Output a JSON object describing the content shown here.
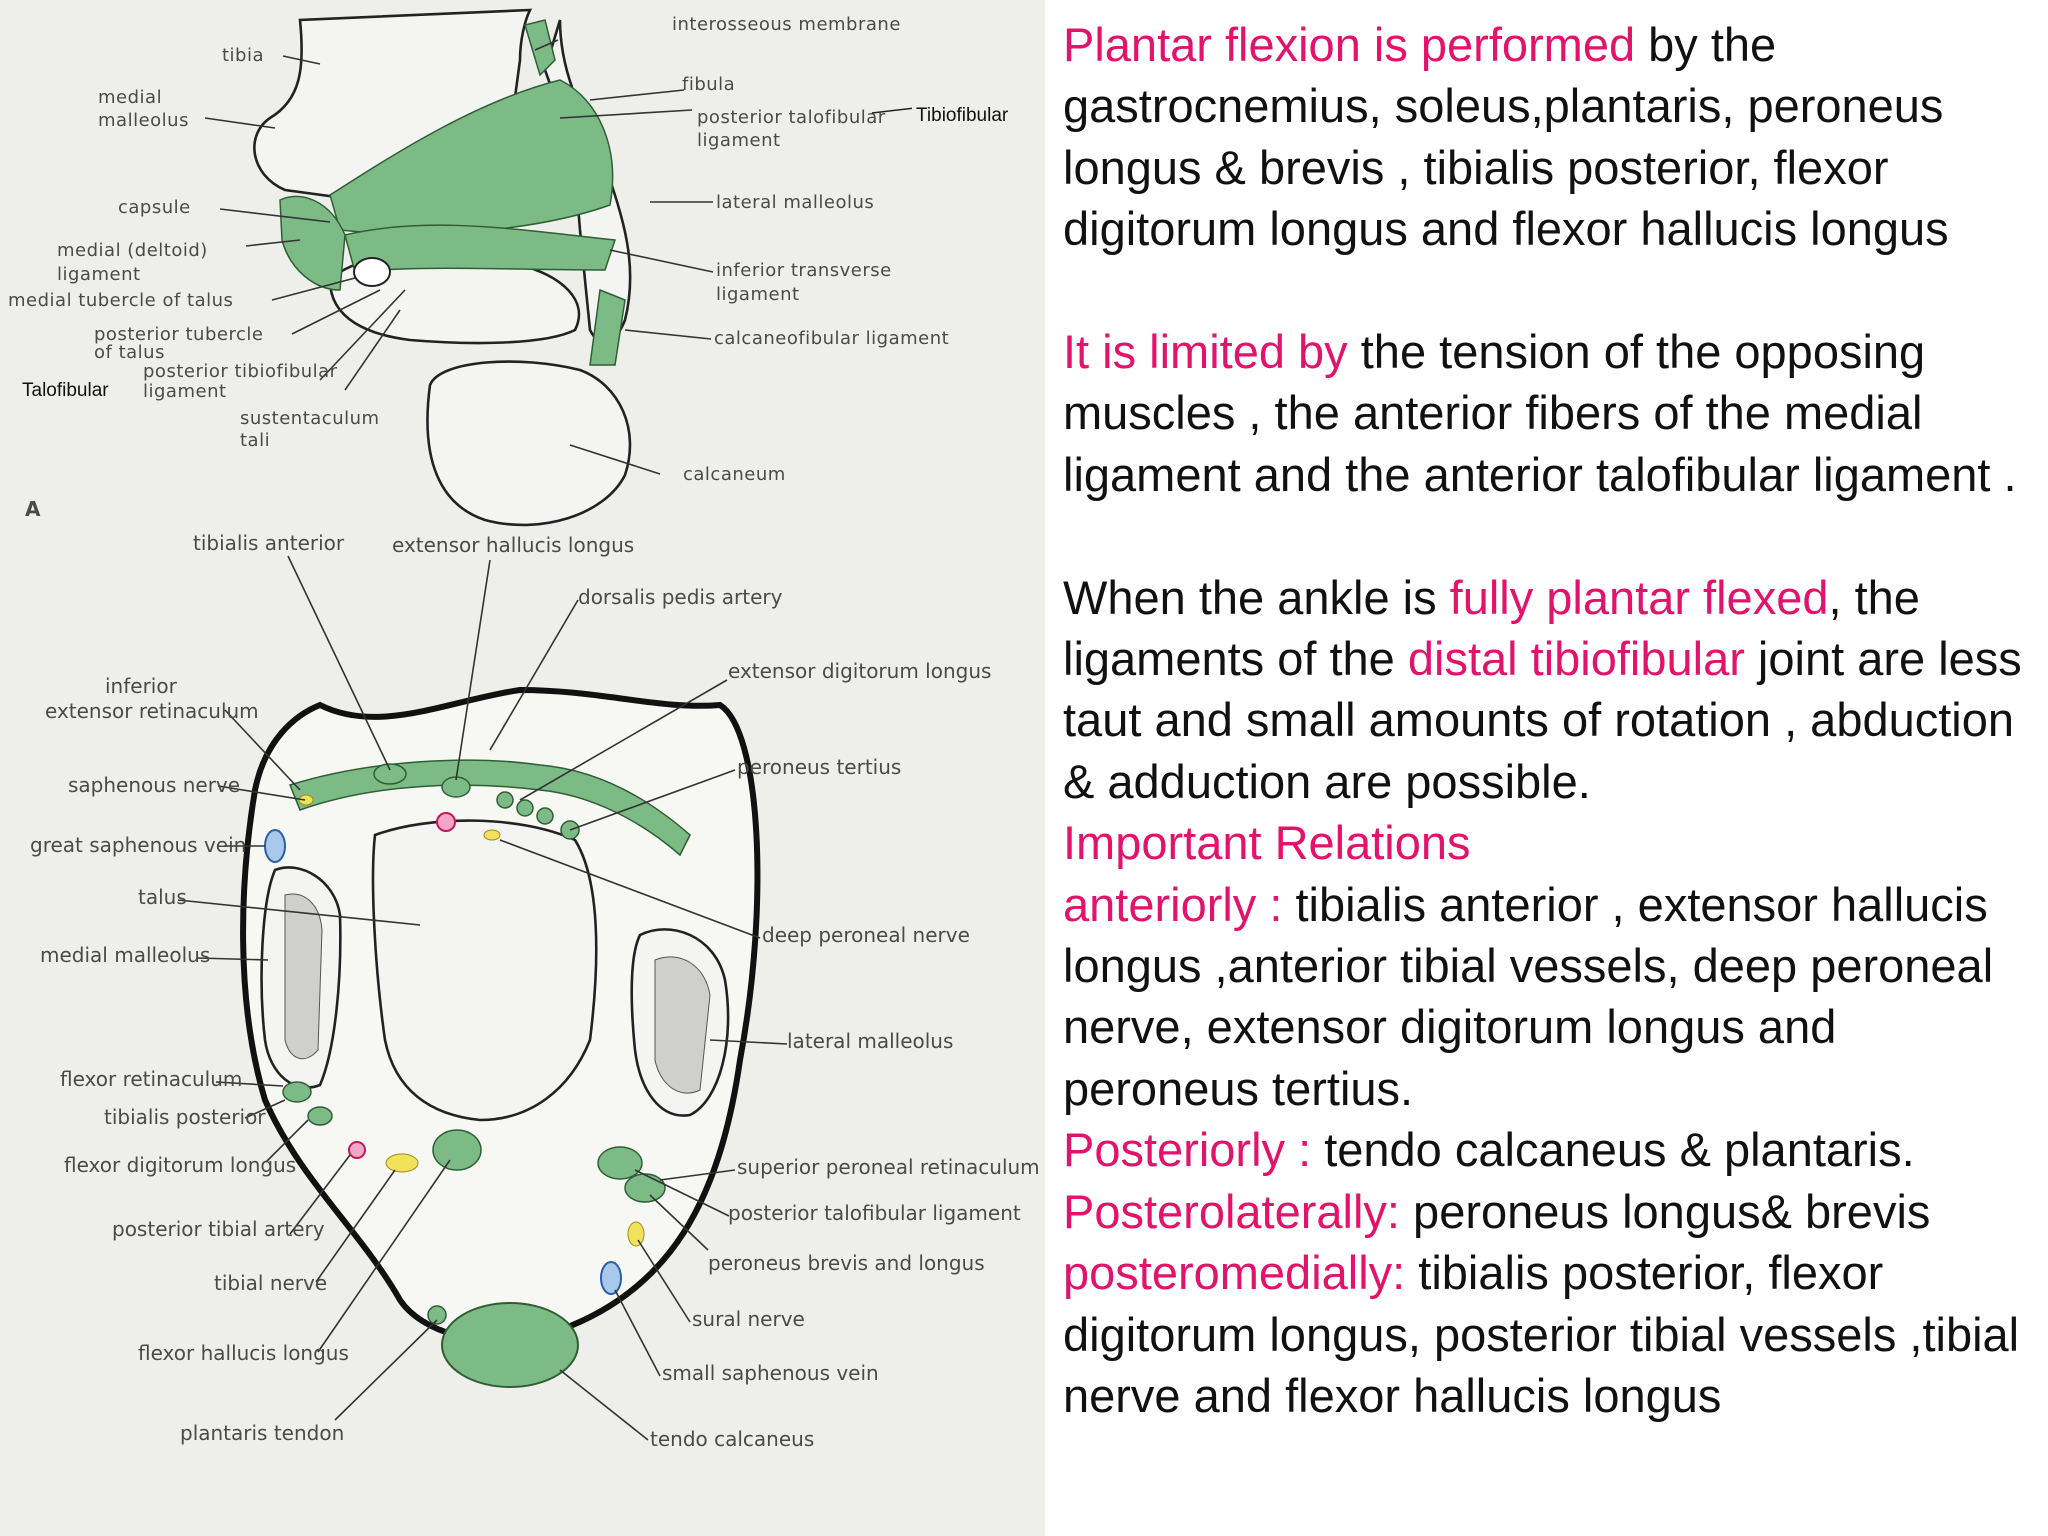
{
  "colors": {
    "highlight": "#e3126b",
    "body_text": "#111111",
    "ligament_green": "#7dbb86",
    "figure_bg": "#eeeeea"
  },
  "figure_a": {
    "panel_letter": "A",
    "labels": {
      "interosseous": "interosseous membrane",
      "tibia": "tibia",
      "fibula": "fibula",
      "medial_malleolus_1": "medial",
      "medial_malleolus_2": "malleolus",
      "post_talo_1": "posterior talofibular",
      "post_talo_2": "ligament",
      "tibiofibular_added": "Tibiofibular",
      "capsule": "capsule",
      "lateral_malleolus": "lateral malleolus",
      "medial_deltoid_1": "medial (deltoid)",
      "medial_deltoid_2": "ligament",
      "inferior_transverse_1": "inferior transverse",
      "inferior_transverse_2": "ligament",
      "medial_tubercle": "medial tubercle of talus",
      "posterior_tubercle_1": "posterior tubercle",
      "posterior_tubercle_2": "of talus",
      "calcaneofibular": "calcaneofibular ligament",
      "post_tibiofib_1": "posterior tibiofibular",
      "post_tibiofib_2": "ligament",
      "talofibular_added": "Talofibular",
      "sustentaculum_1": "sustentaculum",
      "sustentaculum_2": "tali",
      "calcaneum": "calcaneum"
    }
  },
  "figure_b": {
    "labels": {
      "tibialis_anterior": "tibialis anterior",
      "ext_hallucis": "extensor hallucis longus",
      "dorsalis_pedis": "dorsalis pedis artery",
      "inferior_ext_ret_1": "inferior",
      "inferior_ext_ret_2": "extensor retinaculum",
      "ext_digitorum": "extensor digitorum longus",
      "saphenous_nerve": "saphenous nerve",
      "peroneus_tertius": "peroneus tertius",
      "great_saphenous": "great saphenous vein",
      "talus": "talus",
      "deep_peroneal": "deep peroneal nerve",
      "medial_malleolus": "medial malleolus",
      "lateral_malleolus": "lateral malleolus",
      "flexor_retinaculum": "flexor retinaculum",
      "tibialis_posterior": "tibialis posterior",
      "fdl": "flexor digitorum longus",
      "superior_peroneal_ret": "superior peroneal retinaculum",
      "posterior_tibial_artery": "posterior tibial artery",
      "post_talofibular": "posterior talofibular ligament",
      "tibial_nerve": "tibial nerve",
      "peroneus_brevis_longus": "peroneus brevis and longus",
      "sural_nerve": "sural nerve",
      "fhl": "flexor hallucis longus",
      "small_saphenous": "small saphenous vein",
      "plantaris_tendon": "plantaris tendon",
      "tendo_calcaneus": "tendo calcaneus"
    }
  },
  "text": {
    "p1_hl": "Plantar flexion is performed",
    "p1_rest": " by  the gastrocnemius, soleus,plantaris, peroneus longus & brevis , tibialis posterior, flexor digitorum longus and flexor hallucis longus",
    "p2_hl": "It is limited by",
    "p2_rest": " the tension of the opposing muscles , the anterior fibers of the medial ligament and the anterior talofibular ligament .",
    "p3_a": "When the ankle is ",
    "p3_hl1": "fully plantar flexed",
    "p3_b": ", the ligaments of the ",
    "p3_hl2": "distal tibiofibular",
    "p3_c": " joint are less taut and small amounts of rotation , abduction  & adduction are possible.",
    "relations_heading": "Important  Relations",
    "ant_hl": "anteriorly :",
    "ant_rest": " tibialis anterior , extensor hallucis  longus ,anterior tibial vessels, deep peroneal nerve, extensor digitorum longus and peroneus tertius.",
    "post_hl": "Posteriorly :",
    "post_rest": " tendo calcaneus & plantaris.",
    "postlat_hl": "Posterolaterally:",
    "postlat_rest": " peroneus longus& brevis",
    "postmed_hl": "posteromedially:",
    "postmed_rest": " tibialis posterior, flexor digitorum longus, posterior tibial vessels ,tibial nerve and flexor hallucis longus"
  }
}
